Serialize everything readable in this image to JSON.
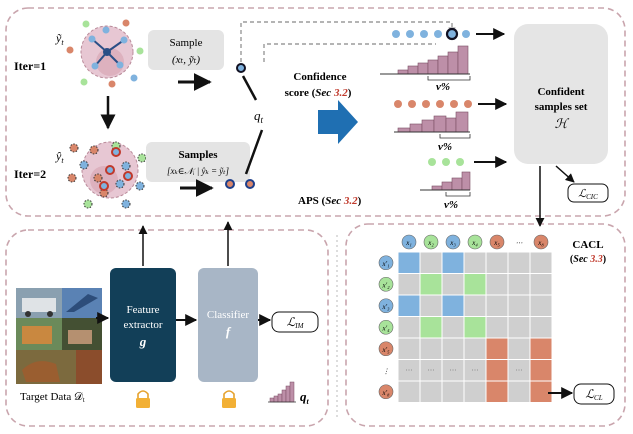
{
  "aps": {
    "iter1": "Iter=1",
    "iter2": "Iter=2",
    "y_tilde": "ỹ",
    "y_tilde_sub": "t",
    "y_hat": "ŷ",
    "y_hat_sub": "t",
    "sample_title": "Sample",
    "sample_formula": "(xₜ, ỹₜ)",
    "samples_title": "Samples",
    "samples_formula": "[xₖ∈𝒩ᵢ | ŷₖ = ỹₜ]",
    "q": "q",
    "q_sub": "t",
    "confidence_line1": "Confidence",
    "confidence_line2": "score (",
    "confidence_sec_word": "Sec ",
    "confidence_sec_num": "3.2",
    "confidence_close": ")",
    "aps_label": "APS (",
    "aps_sec_word": "Sec ",
    "aps_sec_num": "3.2",
    "aps_close": ")",
    "nu": "ν%",
    "set_line1": "Confident",
    "set_line2": "samples set",
    "set_symbol": "ℋ",
    "loss_cic": "ℒ",
    "loss_cic_sub": "CIC"
  },
  "bottom": {
    "target_label": "Target Data 𝒟",
    "target_sub": "t",
    "feature_line1": "Feature",
    "feature_line2": "extractor",
    "feature_symbol": "g",
    "classifier_line1": "Classifier",
    "classifier_symbol": "f",
    "loss_im": "ℒ",
    "loss_im_sub": "IM",
    "q": "q",
    "q_sub": "t"
  },
  "cacl": {
    "title": "CACL",
    "sec_open": "(",
    "sec_word": "Sec ",
    "sec_num": "3.3",
    "sec_close": ")",
    "col_labels": [
      "x₁",
      "x₂",
      "x₃",
      "x₄",
      "x₅",
      "⋯",
      "x₈"
    ],
    "row_labels": [
      "x'₁",
      "x'₂",
      "x'₃",
      "x'₄",
      "x'₅",
      "⋮",
      "x'₈"
    ],
    "dots": "⋯",
    "loss": "ℒ",
    "loss_sub": "CL"
  },
  "colors": {
    "border": "#c9a5ad",
    "blue": "#7fb2de",
    "green": "#a8e39a",
    "orange": "#d9866a",
    "gray_cell": "#cfcfcf",
    "bar_fill": "#bd8fa8",
    "feature_box": "#123f58",
    "classifier_box": "#a8b6c6",
    "arrow_blue": "#1f6fb2",
    "set_box": "#e5e5e5"
  },
  "icons": {
    "lock": "lock-icon",
    "arrow": "big-arrow-icon",
    "histogram": "histogram-icon"
  }
}
